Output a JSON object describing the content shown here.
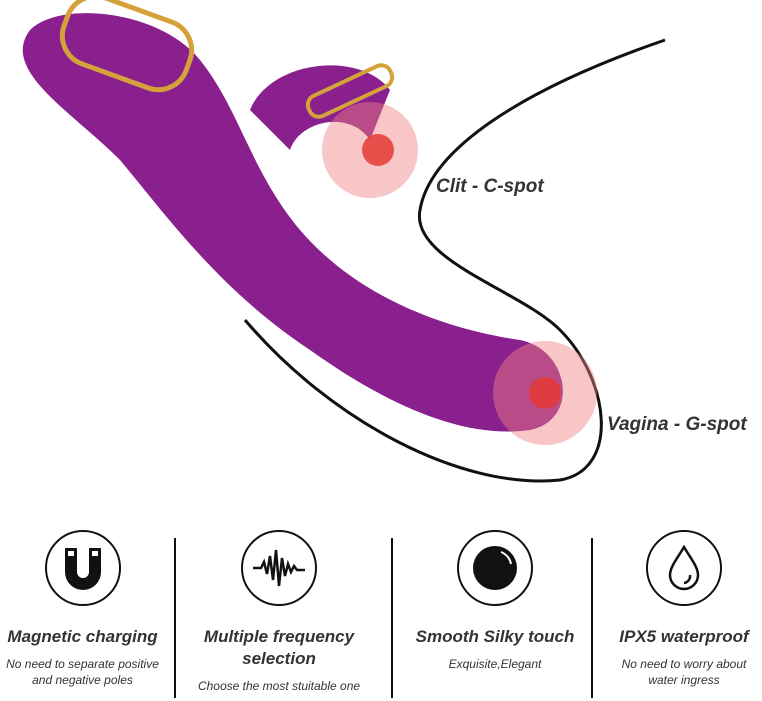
{
  "hero": {
    "callouts": [
      {
        "label": "Clit - C-spot"
      },
      {
        "label": "Vagina - G-spot"
      }
    ],
    "colors": {
      "product": "#8a1f8e",
      "accent": "#d4a13a",
      "highlight": "#f08080",
      "outline": "#111111"
    }
  },
  "features": [
    {
      "icon": "magnet-icon",
      "title": "Magnetic charging",
      "subtitle_lines": [
        "No need to separate positive",
        "and negative poles"
      ]
    },
    {
      "icon": "waveform-icon",
      "title_lines": [
        "Multiple frequency",
        "selection"
      ],
      "subtitle": "Choose the most stuitable one"
    },
    {
      "icon": "sphere-icon",
      "title": "Smooth Silky touch",
      "subtitle": "Exquisite,Elegant"
    },
    {
      "icon": "water-drop-icon",
      "title": "IPX5 waterproof",
      "subtitle_lines": [
        "No need to worry about",
        "water ingress"
      ]
    }
  ]
}
